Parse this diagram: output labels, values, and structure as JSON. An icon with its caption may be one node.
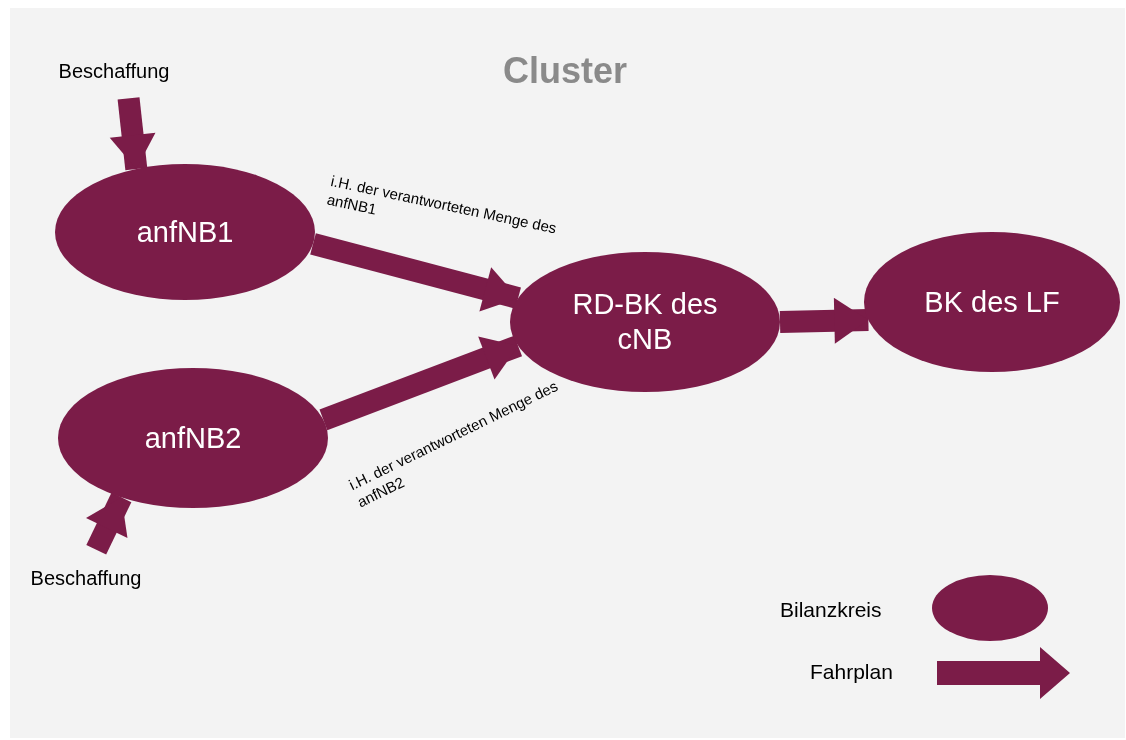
{
  "diagram": {
    "title": "Cluster",
    "nodes": [
      {
        "text": [
          "Beschaffung"
        ]
      },
      {
        "text": [
          "anfNB1"
        ]
      },
      {
        "text": [
          "RD-BK des cNB"
        ]
      },
      {
        "text": [
          "BK des LF"
        ]
      },
      {
        "text": [
          "anfNB2"
        ]
      },
      {
        "text": [
          "Beschaffung"
        ]
      }
    ],
    "edges": [
      {
        "from": 0,
        "to": 1,
        "arrow": "to"
      },
      {
        "from": 1,
        "to": 2,
        "arrow": "to",
        "label": "i.H. der verantworteten Menge des anfNB1"
      },
      {
        "from": 4,
        "to": 2,
        "arrow": "to",
        "label": "i.H. der verantworteten Menge des anfNB2"
      },
      {
        "from": 2,
        "to": 3,
        "arrow": "to"
      },
      {
        "from": 5,
        "to": 4,
        "arrow": "to"
      }
    ],
    "legend": [
      {
        "text": "Bilanzkreis"
      },
      {
        "text": "Fahrplan"
      }
    ]
  }
}
